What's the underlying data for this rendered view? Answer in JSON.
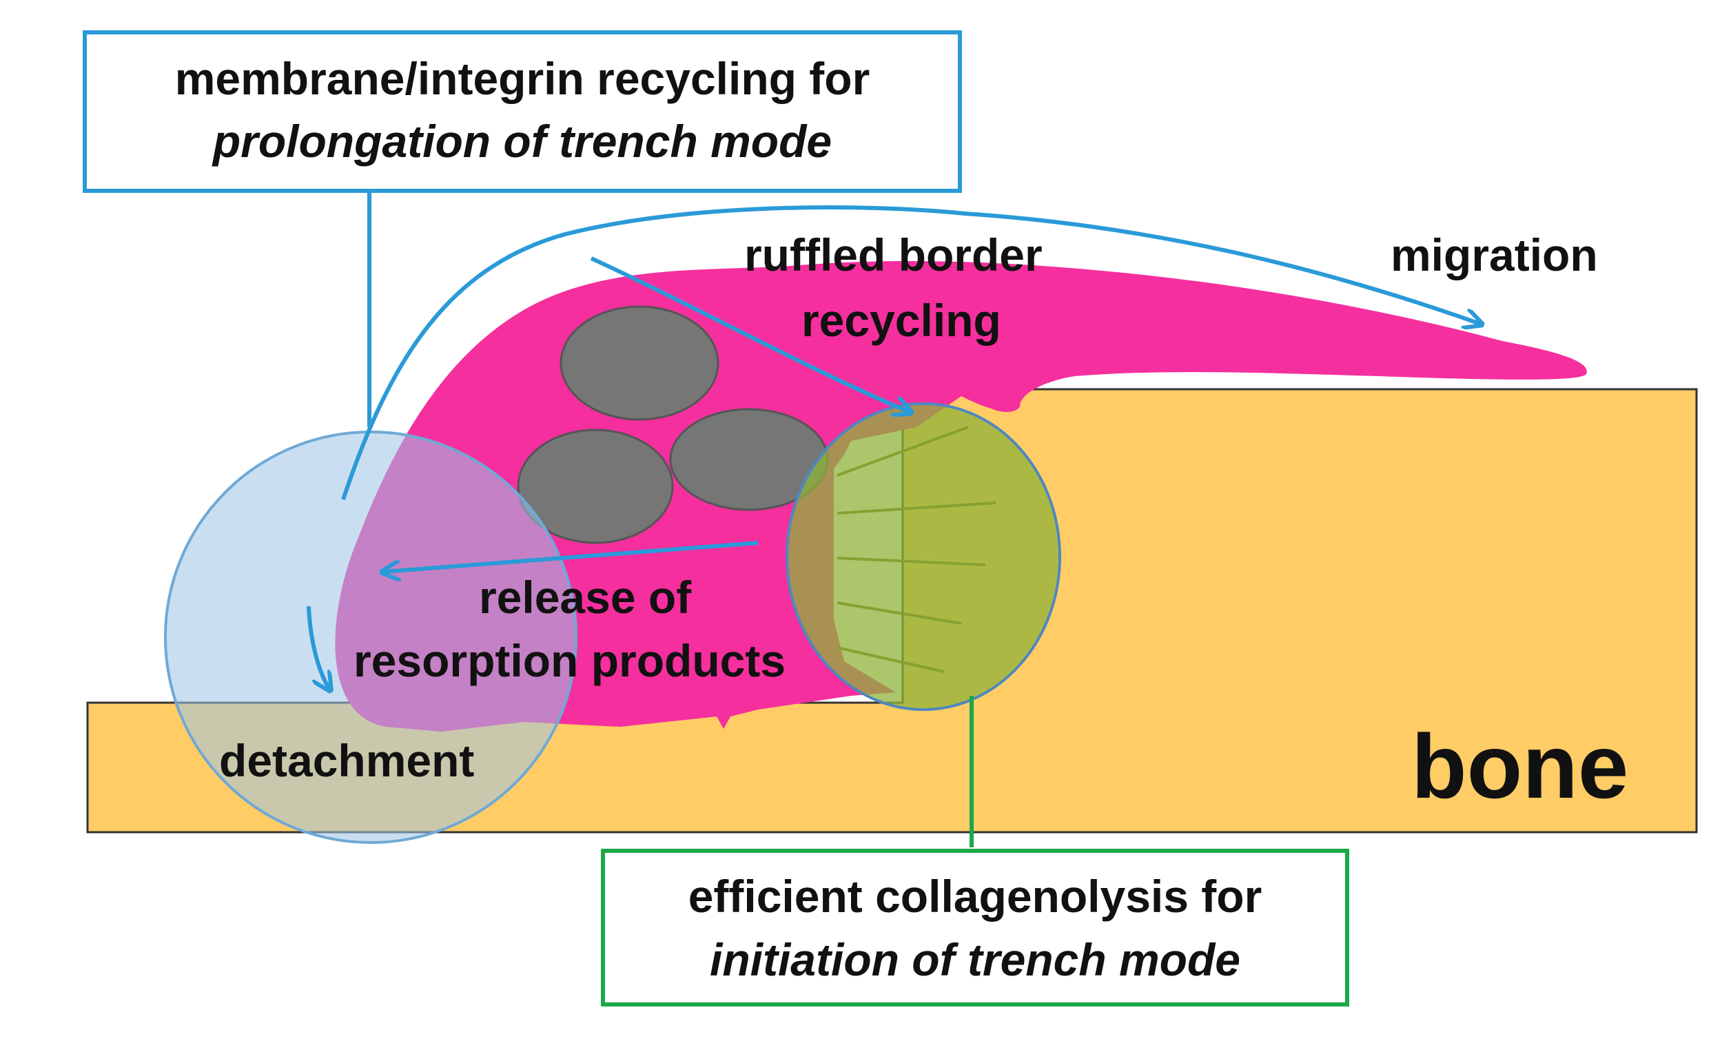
{
  "boxes": {
    "top": {
      "line1": "membrane/integrin recycling for",
      "line2": "prolongation of trench mode"
    },
    "bottom": {
      "line1": "efficient collagenolysis for",
      "line2": "initiation of trench mode"
    }
  },
  "labels": {
    "ruffled_line1": "ruffled border",
    "ruffled_line2": "recycling",
    "migration": "migration",
    "release_line1": "release of",
    "release_line2": "resorption products",
    "detachment": "detachment",
    "bone": "bone"
  },
  "colors": {
    "bone": "#ffcc66",
    "cell": "#f52f9e",
    "nucleus": "#767676",
    "arrow": "#2a9ad8",
    "blue_box": "#2a9ad8",
    "green_box": "#1aa84a",
    "detach_circle": "#9cc5e6",
    "collagen_circle": "#8fb33a"
  }
}
